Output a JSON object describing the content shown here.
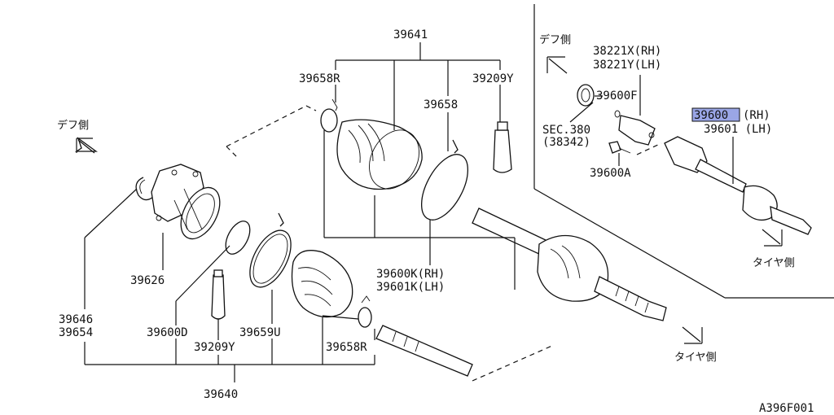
{
  "parts": {
    "p39641": "39641",
    "p39658R_top": "39658R",
    "p39209Y_top": "39209Y",
    "p39658_mid": "39658",
    "p39600K": "39600K(RH)",
    "p39601K": "39601K(LH)",
    "p39626": "39626",
    "p39646": "39646",
    "p39654": "39654",
    "p39600D": "39600D",
    "p39659U": "39659U",
    "p39209Y_bot": "39209Y",
    "p39658R_bot": "39658R",
    "p39640": "39640",
    "p38221X": "38221X(RH)",
    "p38221Y": "38221Y(LH)",
    "p39600F": "39600F",
    "sec380": "SEC.380",
    "sec38342": "(38342)",
    "p39600A": "39600A",
    "p39600_hl": "39600",
    "p39600_suffix": "(RH)",
    "p39601": "39601 (LH)"
  },
  "directions": {
    "diff_side_left": "デフ側",
    "diff_side_right": "デフ側",
    "tire_side_center": "タイヤ側",
    "tire_side_right": "タイヤ側"
  },
  "diagram_code": "A396F001",
  "colors": {
    "highlight": "#9aa6e6",
    "ink": "#111111"
  }
}
